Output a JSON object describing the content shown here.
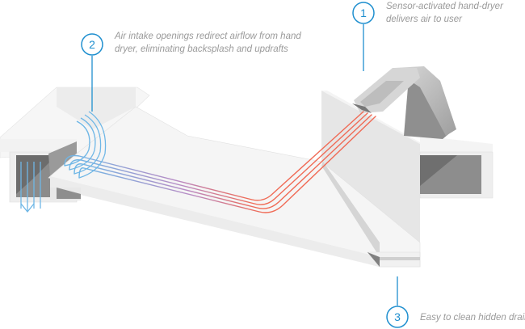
{
  "callouts": [
    {
      "number": "1",
      "line1": "Sensor-activated hand-dryer",
      "line2": "delivers air to user"
    },
    {
      "number": "2",
      "line1": "Air intake openings redirect airflow from hand",
      "line2": "dryer, eliminating backsplash and updrafts"
    },
    {
      "number": "3",
      "line1": "Easy to clean hidden drain",
      "line2": ""
    }
  ],
  "colors": {
    "accent": "#1f8fcf",
    "airflow_hot": "#f06a55",
    "airflow_mid": "#b98bc4",
    "airflow_cool": "#6fb7e6",
    "text": "#9a9a9a"
  }
}
